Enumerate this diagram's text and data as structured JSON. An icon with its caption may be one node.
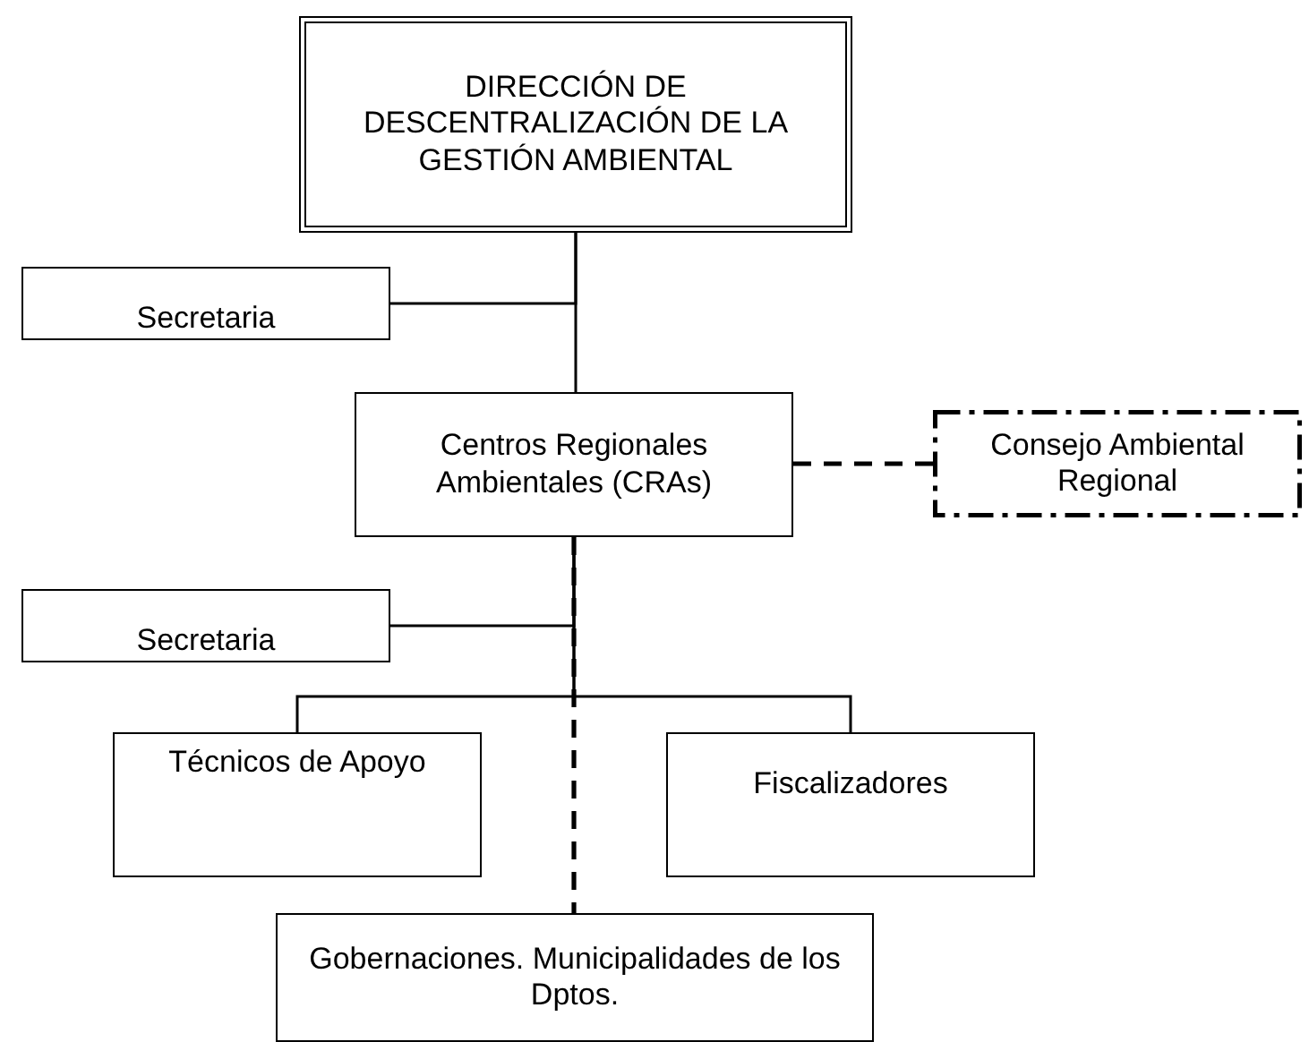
{
  "diagram": {
    "nodes": [
      {
        "text": [
          "DIRECCIÓN DE DESCENTRALIZACIÓN DE LA GESTIÓN AMBIENTAL"
        ]
      },
      {
        "text": [
          "Secretaria"
        ]
      },
      {
        "text": [
          "Centros Regionales Ambientales (CRAs)"
        ]
      },
      {
        "text": [
          "Consejo Ambiental Regional"
        ]
      },
      {
        "text": [
          "Secretaria"
        ]
      },
      {
        "text": [
          "Técnicos de Apoyo"
        ]
      },
      {
        "text": [
          "Fiscalizadores"
        ]
      },
      {
        "text": [
          "Gobernaciones. Municipalidades de los Dptos."
        ]
      }
    ],
    "edges": [
      {
        "from": 0,
        "to": 2,
        "arrow": "none"
      },
      {
        "from": 0,
        "to": 1,
        "arrow": "none"
      },
      {
        "from": 2,
        "to": 3,
        "arrow": "none",
        "style": "dashed"
      },
      {
        "from": 2,
        "to": 4,
        "arrow": "none"
      },
      {
        "from": 2,
        "to": 5,
        "arrow": "none"
      },
      {
        "from": 2,
        "to": 6,
        "arrow": "none"
      },
      {
        "from": 2,
        "to": 7,
        "arrow": "none",
        "style": "dashed"
      }
    ]
  }
}
